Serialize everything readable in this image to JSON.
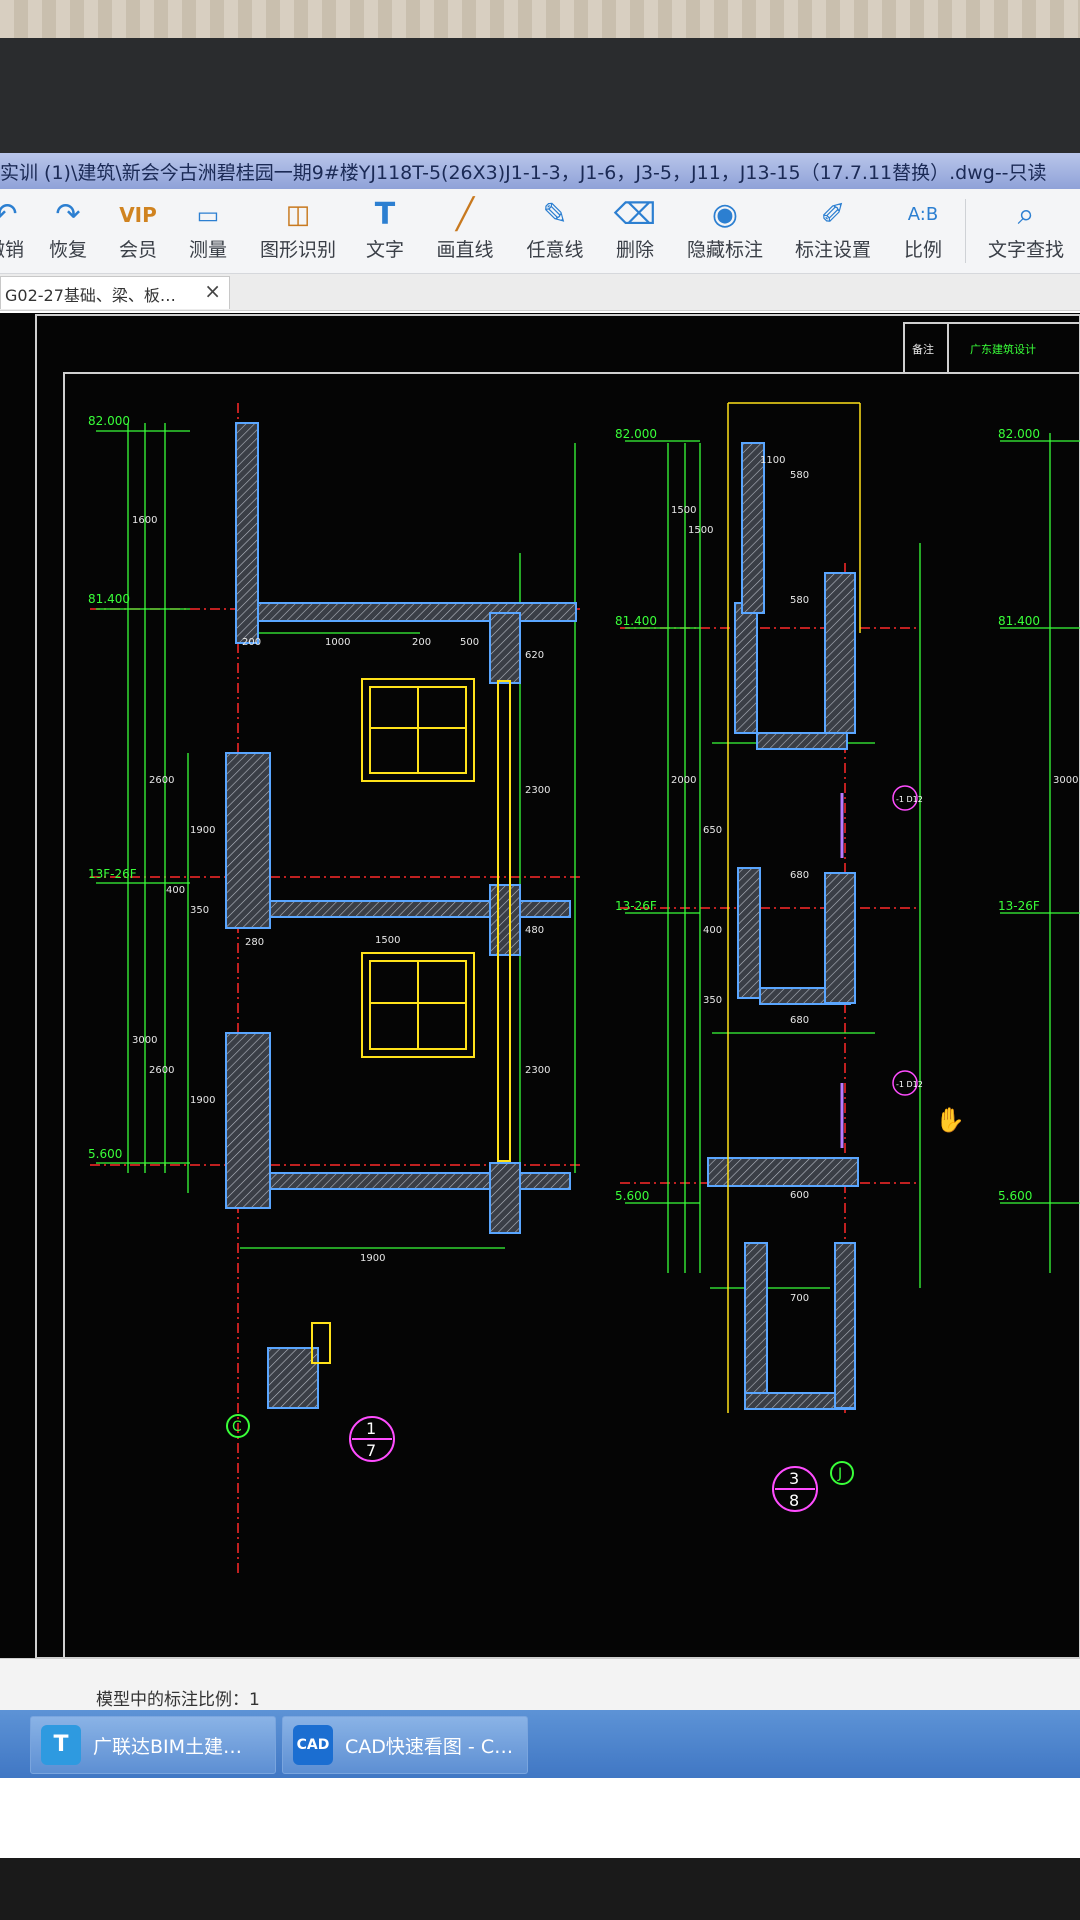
{
  "window": {
    "title": "实训 (1)\\建筑\\新会今古洲碧桂园一期9#楼YJ118T-5(26X3)J1-1-3，J1-6，J3-5，J11，J13-15（17.7.11替换）.dwg--只读"
  },
  "toolbar": {
    "items": [
      {
        "label": "撤销",
        "icon": "undo-icon"
      },
      {
        "label": "恢复",
        "icon": "redo-icon"
      },
      {
        "label": "会员",
        "icon": "vip-icon"
      },
      {
        "label": "测量",
        "icon": "ruler-icon"
      },
      {
        "label": "图形识别",
        "icon": "shape-recognize-icon"
      },
      {
        "label": "文字",
        "icon": "text-icon"
      },
      {
        "label": "画直线",
        "icon": "line-icon"
      },
      {
        "label": "任意线",
        "icon": "pen-icon"
      },
      {
        "label": "删除",
        "icon": "eraser-icon"
      },
      {
        "label": "隐藏标注",
        "icon": "eye-hide-icon"
      },
      {
        "label": "标注设置",
        "icon": "annotation-settings-icon"
      },
      {
        "label": "比例",
        "icon": "scale-icon"
      },
      {
        "label": "文字查找",
        "icon": "text-search-icon"
      }
    ]
  },
  "tabs": [
    {
      "label": "G02-27基础、梁、板…",
      "close_icon": "close-icon"
    }
  ],
  "drawing": {
    "levels_left": [
      "82.000",
      "81.400",
      "13F-26F",
      "5.600"
    ],
    "levels_mid": [
      "82.000",
      "81.400",
      "13-26F",
      "5.600"
    ],
    "levels_right": [
      "82.000",
      "81.400",
      "13-26F",
      "5.600"
    ],
    "dims_left": [
      "1600",
      "2600",
      "1900",
      "3000",
      "2600",
      "1900",
      "200",
      "1000",
      "200",
      "500",
      "1500",
      "1900",
      "620",
      "480",
      "2300",
      "2300",
      "350",
      "400",
      "280"
    ],
    "dims_mid": [
      "1500",
      "2000",
      "1500",
      "1100",
      "580",
      "580",
      "680",
      "680",
      "650",
      "400",
      "700",
      "600",
      "350",
      "3000"
    ],
    "section_markers": [
      {
        "top": "1",
        "bottom": "7"
      },
      {
        "top": "3",
        "bottom": "8"
      }
    ],
    "axis_labels": [
      "C",
      "J"
    ],
    "detail_tags": [
      "-1\nD12",
      "-1\nD12"
    ],
    "title_block": {
      "left": "备注",
      "right": "广东建筑设计"
    }
  },
  "status": {
    "annotation_scale": "模型中的标注比例：1"
  },
  "taskbar": {
    "items": [
      {
        "label": "广联达BIM土建…",
        "icon": "glodon-icon",
        "icon_text": "T"
      },
      {
        "label": "CAD快速看图 - C…",
        "icon": "cad-icon",
        "icon_text": "CAD"
      }
    ]
  },
  "colors": {
    "cad_bg": "#050505",
    "cad_wall": "#5aa6ff",
    "cad_dim": "#39ff39",
    "cad_window": "#ffe21a",
    "cad_axis": "#ff2a2a",
    "cad_marker": "#ff4dff"
  }
}
